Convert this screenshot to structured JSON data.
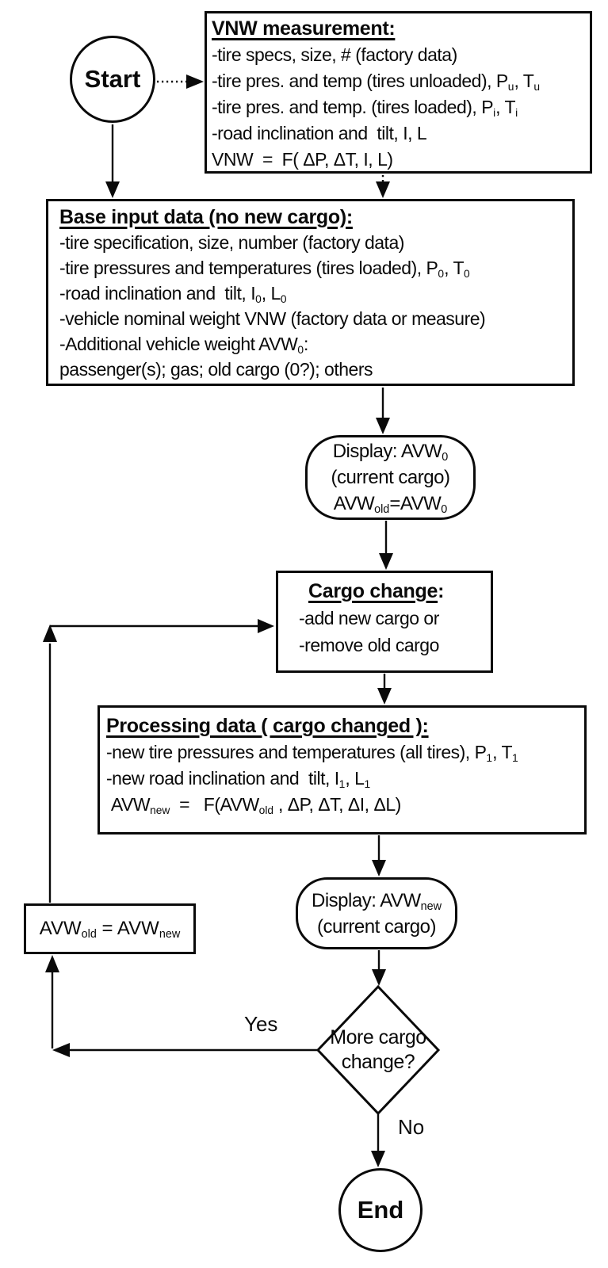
{
  "figure": {
    "background": "#ffffff",
    "ink": "#0a0a0a"
  },
  "nodes": {
    "start": {
      "label": "Start"
    },
    "vnw": {
      "title": "VNW measurement:",
      "suffix": "",
      "lines": [
        "-tire specs, size, # (factory data)",
        "-tire pres. and temp (tires unloaded), P_{u}, T_{u}",
        "-tire pres. and temp. (tires loaded), P_{i}, T_{i}",
        "-road inclination and  tilt, I, L",
        "VNW  =  F( ΔP, ΔT, I, L)"
      ]
    },
    "base": {
      "title": "Base input data (no new cargo):",
      "suffix": "",
      "lines": [
        "-tire specification, size, number (factory data)",
        "-tire pressures and temperatures (tires loaded), P_{0}, T_{0}",
        "-road inclination and  tilt, I_{0}, L_{0}",
        "-vehicle nominal weight VNW (factory data or measure)",
        "-Additional vehicle weight AVW_{0}:",
        "passenger(s); gas; old cargo (0?); others"
      ]
    },
    "display0": {
      "lines": [
        "Display: AVW_{0}",
        "(current cargo)",
        "AVW_{old}=AVW_{0}"
      ]
    },
    "cargo": {
      "title": "Cargo change",
      "suffix": ":",
      "lines": [
        "-add new cargo or",
        "-remove old cargo"
      ]
    },
    "processing": {
      "title": "Processing data ( cargo changed ):",
      "suffix": "",
      "lines": [
        "-new tire pressures and temperatures (all tires), P_{1}, T_{1}",
        "-new road inclination and  tilt, I_{1}, L_{1}",
        " AVW_{new}  =   F(AVW_{old} , ΔP, ΔT, ΔI, ΔL)"
      ]
    },
    "displayNew": {
      "lines": [
        "Display: AVW_{new}",
        "(current cargo)"
      ]
    },
    "assign": {
      "label": "AVW_{old} = AVW_{new}"
    },
    "decision": {
      "lines": [
        "More cargo",
        "change?"
      ]
    },
    "end": {
      "label": "End"
    }
  },
  "edges": {
    "yes": "Yes",
    "no": "No"
  }
}
